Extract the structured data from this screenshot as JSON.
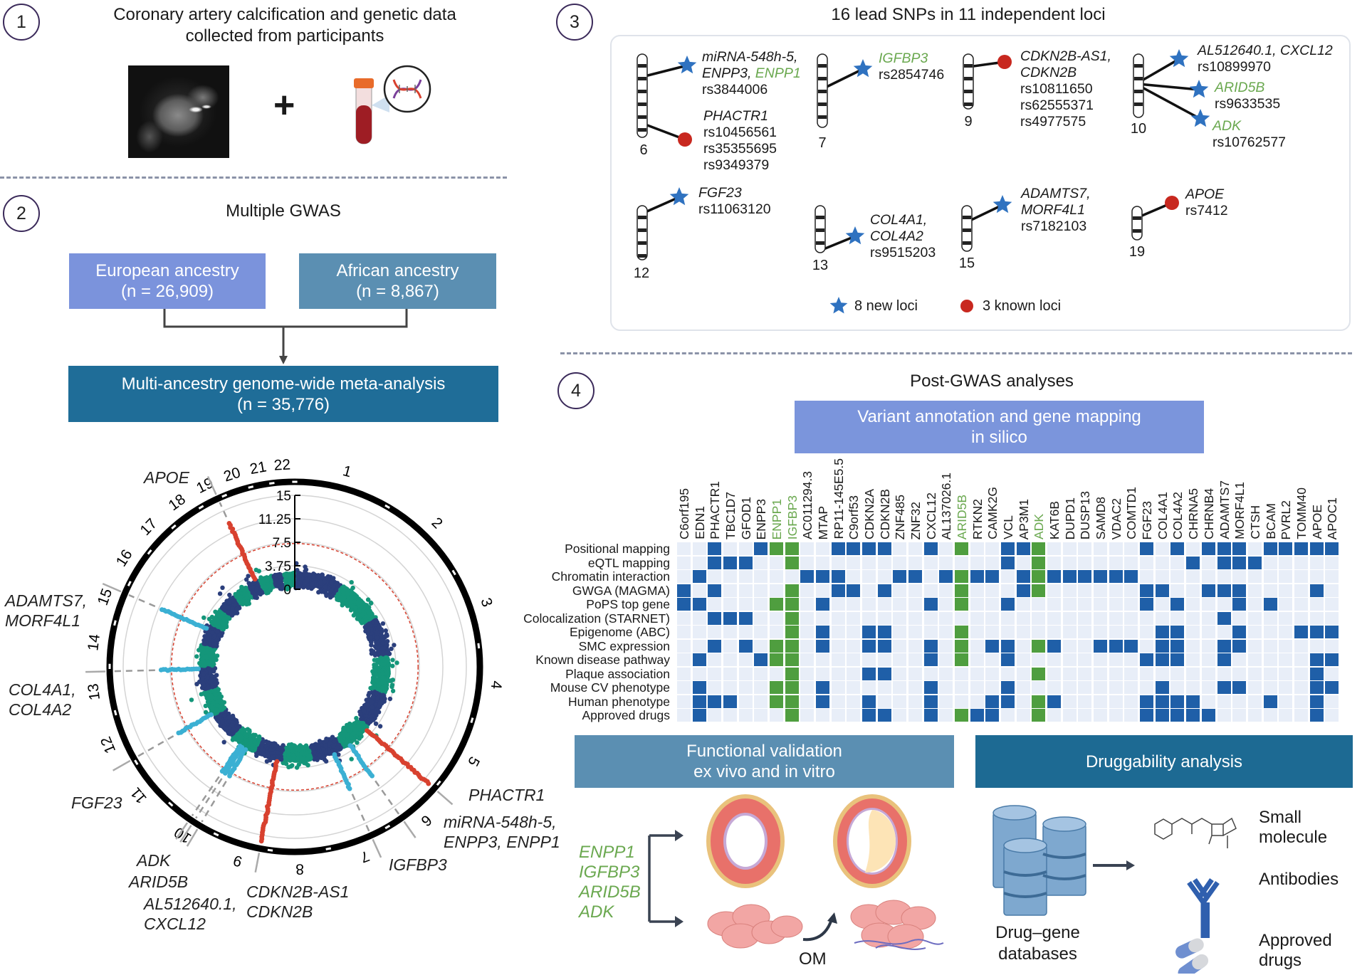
{
  "panel1": {
    "number": "1",
    "title_line1": "Coronary artery calcification and genetic data",
    "title_line2": "collected from participants",
    "plus": "+"
  },
  "panel2": {
    "number": "2",
    "title": "Multiple GWAS",
    "european": {
      "label": "European ancestry",
      "n": "(n = 26,909)"
    },
    "african": {
      "label": "African ancestry",
      "n": "(n = 8,867)"
    },
    "meta": {
      "label": "Multi-ancestry genome-wide meta-analysis",
      "n": "(n = 35,776)"
    },
    "colors": {
      "european": "#7b93dc",
      "african": "#5b8fb2",
      "meta": "#1f6d98"
    }
  },
  "chart_data": {
    "type": "circular-manhattan",
    "radial_ticks": [
      "15",
      "11.25",
      "7.5",
      "3.75",
      "0"
    ],
    "radial_range": [
      0,
      15
    ],
    "significance_line": 7.3,
    "chromosomes": [
      "1",
      "2",
      "3",
      "4",
      "5",
      "6",
      "7",
      "8",
      "9",
      "10",
      "11",
      "12",
      "13",
      "14",
      "15",
      "16",
      "17",
      "18",
      "19",
      "20",
      "21",
      "22"
    ],
    "colors": {
      "odd": "#2b3f7c",
      "even": "#14967a",
      "known": "#d8412f",
      "new": "#3bb0d3"
    },
    "annotated_loci": [
      {
        "label": [
          "PHACTR1"
        ],
        "chr": "6",
        "type": "known",
        "peak_log10p": 17
      },
      {
        "label": [
          "miRNA-548h-5,",
          "ENPP3, ENPP1"
        ],
        "chr": "6",
        "type": "new",
        "peak_log10p": 9
      },
      {
        "label": [
          "IGFBP3"
        ],
        "chr": "7",
        "type": "new",
        "peak_log10p": 9
      },
      {
        "label": [
          "CDKN2B-AS1",
          "CDKN2B"
        ],
        "chr": "9",
        "type": "known",
        "peak_log10p": 17
      },
      {
        "label": [
          "AL512640.1,",
          "CXCL12"
        ],
        "chr": "10",
        "type": "new",
        "peak_log10p": 8
      },
      {
        "label": [
          "ARID5B"
        ],
        "chr": "10",
        "type": "new",
        "peak_log10p": 8
      },
      {
        "label": [
          "ADK"
        ],
        "chr": "10",
        "type": "new",
        "peak_log10p": 8
      },
      {
        "label": [
          "FGF23"
        ],
        "chr": "12",
        "type": "new",
        "peak_log10p": 9
      },
      {
        "label": [
          "COL4A1,",
          "COL4A2"
        ],
        "chr": "13",
        "type": "new",
        "peak_log10p": 9
      },
      {
        "label": [
          "ADAMTS7,",
          "MORF4L1"
        ],
        "chr": "15",
        "type": "new",
        "peak_log10p": 11
      },
      {
        "label": [
          "APOE"
        ],
        "chr": "19",
        "type": "known",
        "peak_log10p": 13
      }
    ]
  },
  "panel3": {
    "number": "3",
    "title": "16 lead SNPs in 11 independent loci",
    "loci": [
      {
        "chromosome": "6",
        "markers": [
          {
            "type": "new",
            "genes": [
              [
                {
                  "t": "miRNA-548h-5,"
                }
              ],
              [
                {
                  "t": "ENPP3, "
                },
                {
                  "t": "ENPP1",
                  "highlight": true
                }
              ]
            ],
            "rsids": [
              "rs3844006"
            ]
          },
          {
            "type": "known",
            "genes": [
              [
                {
                  "t": "PHACTR1"
                }
              ]
            ],
            "rsids": [
              "rs10456561",
              "rs35355695",
              "rs9349379"
            ]
          }
        ]
      },
      {
        "chromosome": "7",
        "markers": [
          {
            "type": "new",
            "genes": [
              [
                {
                  "t": "IGFBP3",
                  "highlight": true
                }
              ]
            ],
            "rsids": [
              "rs2854746"
            ]
          }
        ]
      },
      {
        "chromosome": "9",
        "markers": [
          {
            "type": "known",
            "genes": [
              [
                {
                  "t": "CDKN2B-AS1,"
                }
              ],
              [
                {
                  "t": "CDKN2B"
                }
              ]
            ],
            "rsids": [
              "rs10811650",
              "rs62555371",
              "rs4977575"
            ]
          }
        ]
      },
      {
        "chromosome": "10",
        "markers": [
          {
            "type": "new",
            "genes": [
              [
                {
                  "t": "AL512640.1, CXCL12"
                }
              ]
            ],
            "rsids": [
              "rs10899970"
            ]
          },
          {
            "type": "new",
            "genes": [
              [
                {
                  "t": "ARID5B",
                  "highlight": true
                }
              ]
            ],
            "rsids": [
              "rs9633535"
            ]
          },
          {
            "type": "new",
            "genes": [
              [
                {
                  "t": "ADK",
                  "highlight": true
                }
              ]
            ],
            "rsids": [
              "rs10762577"
            ]
          }
        ]
      },
      {
        "chromosome": "12",
        "markers": [
          {
            "type": "new",
            "genes": [
              [
                {
                  "t": "FGF23"
                }
              ]
            ],
            "rsids": [
              "rs11063120"
            ]
          }
        ]
      },
      {
        "chromosome": "13",
        "markers": [
          {
            "type": "new",
            "genes": [
              [
                {
                  "t": "COL4A1,"
                }
              ],
              [
                {
                  "t": "COL4A2"
                }
              ]
            ],
            "rsids": [
              "rs9515203"
            ]
          }
        ]
      },
      {
        "chromosome": "15",
        "markers": [
          {
            "type": "new",
            "genes": [
              [
                {
                  "t": "ADAMTS7,"
                }
              ],
              [
                {
                  "t": "MORF4L1"
                }
              ]
            ],
            "rsids": [
              "rs7182103"
            ]
          }
        ]
      },
      {
        "chromosome": "19",
        "markers": [
          {
            "type": "known",
            "genes": [
              [
                {
                  "t": "APOE"
                }
              ]
            ],
            "rsids": [
              "rs7412"
            ]
          }
        ]
      }
    ],
    "legend": {
      "new": "8 new loci",
      "known": "3 known loci"
    },
    "colors": {
      "new": "#2f72c0",
      "known": "#c8281f",
      "highlight": "#6aa84f"
    }
  },
  "panel4": {
    "number": "4",
    "title": "Post-GWAS analyses",
    "annotation_box": {
      "line1": "Variant annotation and gene mapping",
      "line2": "in silico"
    },
    "heatmap": {
      "genes": [
        "C6orf195",
        "EDN1",
        "PHACTR1",
        "TBC1D7",
        "GFOD1",
        "ENPP3",
        "ENPP1",
        "IGFBP3",
        "AC011294.3",
        "MTAP",
        "RP11-145E5.5",
        "C9orf53",
        "CDKN2A",
        "CDKN2B",
        "ZNF485",
        "ZNF32",
        "CXCL12",
        "AL137026.1",
        "ARID5B",
        "RTKN2",
        "CAMK2G",
        "VCL",
        "AP3M1",
        "ADK",
        "KAT6B",
        "DUPD1",
        "DUSP13",
        "SAMD8",
        "VDAC2",
        "COMTD1",
        "FGF23",
        "COL4A1",
        "COL4A2",
        "CHRNA5",
        "CHRNB4",
        "ADAMTS7",
        "MORF4L1",
        "CTSH",
        "BCAM",
        "PVRL2",
        "TOMM40",
        "APOE",
        "APOC1"
      ],
      "highlighted_genes": [
        "ENPP1",
        "IGFBP3",
        "ARID5B",
        "ADK"
      ],
      "rows": [
        {
          "label": "Positional mapping",
          "values": [
            0,
            0,
            1,
            0,
            0,
            1,
            2,
            2,
            0,
            0,
            1,
            1,
            1,
            1,
            0,
            0,
            1,
            0,
            2,
            0,
            0,
            1,
            1,
            2,
            0,
            0,
            0,
            0,
            0,
            0,
            1,
            0,
            1,
            0,
            1,
            1,
            1,
            0,
            1,
            1,
            1,
            1,
            1
          ]
        },
        {
          "label": "eQTL mapping",
          "values": [
            0,
            0,
            1,
            1,
            1,
            0,
            0,
            2,
            0,
            0,
            0,
            0,
            0,
            0,
            0,
            0,
            0,
            0,
            0,
            0,
            0,
            1,
            0,
            2,
            0,
            0,
            0,
            0,
            0,
            0,
            0,
            0,
            0,
            1,
            0,
            1,
            1,
            1,
            0,
            0,
            0,
            0,
            0
          ]
        },
        {
          "label": "Chromatin interaction",
          "values": [
            0,
            1,
            0,
            0,
            0,
            0,
            0,
            0,
            1,
            1,
            1,
            0,
            0,
            0,
            1,
            1,
            0,
            1,
            2,
            1,
            1,
            0,
            1,
            2,
            1,
            1,
            1,
            1,
            1,
            1,
            0,
            0,
            0,
            0,
            0,
            0,
            0,
            0,
            0,
            0,
            0,
            0,
            0
          ]
        },
        {
          "label": "GWGA (MAGMA)",
          "values": [
            1,
            0,
            1,
            0,
            0,
            0,
            0,
            2,
            0,
            0,
            1,
            1,
            0,
            1,
            0,
            0,
            0,
            0,
            2,
            0,
            0,
            0,
            1,
            2,
            0,
            0,
            0,
            0,
            0,
            0,
            1,
            1,
            0,
            0,
            1,
            1,
            1,
            0,
            0,
            0,
            0,
            1,
            0
          ]
        },
        {
          "label": "PoPS top gene",
          "values": [
            1,
            1,
            0,
            0,
            0,
            0,
            2,
            2,
            0,
            1,
            0,
            0,
            0,
            0,
            0,
            0,
            1,
            0,
            2,
            0,
            0,
            1,
            0,
            0,
            0,
            0,
            0,
            0,
            0,
            0,
            1,
            0,
            1,
            0,
            0,
            0,
            1,
            0,
            1,
            0,
            0,
            0,
            0
          ]
        },
        {
          "label": "Colocalization (STARNET)",
          "values": [
            0,
            0,
            1,
            1,
            1,
            0,
            0,
            2,
            0,
            0,
            0,
            0,
            0,
            0,
            0,
            0,
            0,
            0,
            0,
            0,
            0,
            0,
            0,
            0,
            0,
            0,
            0,
            0,
            0,
            0,
            0,
            0,
            0,
            0,
            0,
            1,
            0,
            0,
            0,
            0,
            0,
            0,
            0
          ]
        },
        {
          "label": "Epigenome (ABC)",
          "values": [
            0,
            0,
            0,
            0,
            0,
            0,
            0,
            2,
            0,
            1,
            0,
            0,
            1,
            1,
            0,
            0,
            0,
            0,
            2,
            0,
            0,
            0,
            0,
            0,
            0,
            0,
            0,
            0,
            0,
            0,
            0,
            1,
            1,
            0,
            0,
            0,
            1,
            0,
            0,
            0,
            1,
            1,
            1
          ]
        },
        {
          "label": "SMC expression",
          "values": [
            0,
            0,
            1,
            0,
            1,
            0,
            2,
            2,
            0,
            1,
            0,
            0,
            1,
            1,
            0,
            0,
            1,
            0,
            2,
            0,
            1,
            1,
            0,
            2,
            1,
            0,
            0,
            1,
            1,
            1,
            0,
            1,
            1,
            0,
            0,
            1,
            1,
            0,
            0,
            0,
            0,
            0,
            0
          ]
        },
        {
          "label": "Known disease pathway",
          "values": [
            0,
            1,
            0,
            0,
            0,
            1,
            2,
            2,
            0,
            0,
            0,
            0,
            0,
            0,
            0,
            0,
            1,
            0,
            2,
            0,
            0,
            1,
            0,
            0,
            0,
            0,
            0,
            0,
            0,
            0,
            1,
            1,
            1,
            0,
            0,
            1,
            0,
            0,
            0,
            0,
            0,
            1,
            1
          ]
        },
        {
          "label": "Plaque association",
          "values": [
            0,
            0,
            0,
            0,
            0,
            0,
            0,
            2,
            0,
            0,
            0,
            0,
            1,
            1,
            0,
            0,
            0,
            0,
            0,
            0,
            0,
            0,
            0,
            2,
            0,
            0,
            0,
            0,
            0,
            0,
            0,
            0,
            0,
            0,
            0,
            0,
            0,
            0,
            0,
            0,
            0,
            1,
            0
          ]
        },
        {
          "label": "Mouse CV phenotype",
          "values": [
            0,
            1,
            0,
            0,
            0,
            0,
            2,
            2,
            0,
            1,
            0,
            0,
            0,
            0,
            0,
            0,
            1,
            0,
            0,
            0,
            0,
            1,
            0,
            0,
            0,
            0,
            0,
            0,
            0,
            0,
            0,
            1,
            0,
            0,
            0,
            1,
            1,
            0,
            0,
            0,
            0,
            1,
            1
          ]
        },
        {
          "label": "Human phenotype",
          "values": [
            0,
            1,
            1,
            1,
            0,
            0,
            2,
            2,
            0,
            1,
            0,
            0,
            1,
            0,
            0,
            0,
            1,
            0,
            0,
            0,
            1,
            1,
            0,
            2,
            1,
            0,
            0,
            0,
            0,
            0,
            1,
            1,
            1,
            1,
            0,
            0,
            0,
            0,
            1,
            0,
            0,
            1,
            0
          ]
        },
        {
          "label": "Approved drugs",
          "values": [
            0,
            1,
            0,
            0,
            0,
            0,
            0,
            2,
            0,
            0,
            0,
            0,
            1,
            1,
            0,
            0,
            1,
            0,
            2,
            1,
            1,
            0,
            0,
            2,
            0,
            0,
            0,
            0,
            0,
            0,
            1,
            1,
            1,
            1,
            1,
            0,
            0,
            0,
            0,
            0,
            0,
            1,
            0
          ]
        }
      ],
      "colors": {
        "empty": "#e8eef8",
        "mapped": "#1f5fa8",
        "validated": "#4f9e3f"
      }
    },
    "functional_box": {
      "line1": "Functional validation",
      "line2": "ex vivo and in vitro"
    },
    "druggability_box": {
      "label": "Druggability analysis"
    },
    "validated_genes": [
      "ENPP1",
      "IGFBP3",
      "ARID5B",
      "ADK"
    ],
    "om_label": "OM",
    "databases": {
      "line1": "Drug–gene",
      "line2": "databases"
    },
    "drug_types": [
      {
        "line1": "Small",
        "line2": "molecule",
        "icon": "small-molecule-icon"
      },
      {
        "line1": "Antibodies",
        "line2": "",
        "icon": "antibody-icon"
      },
      {
        "line1": "Approved",
        "line2": "drugs",
        "icon": "pill-icon"
      }
    ],
    "colors": {
      "annotation": "#7b95dc",
      "functional": "#5b8fb2",
      "druggability": "#1d6a93"
    }
  }
}
